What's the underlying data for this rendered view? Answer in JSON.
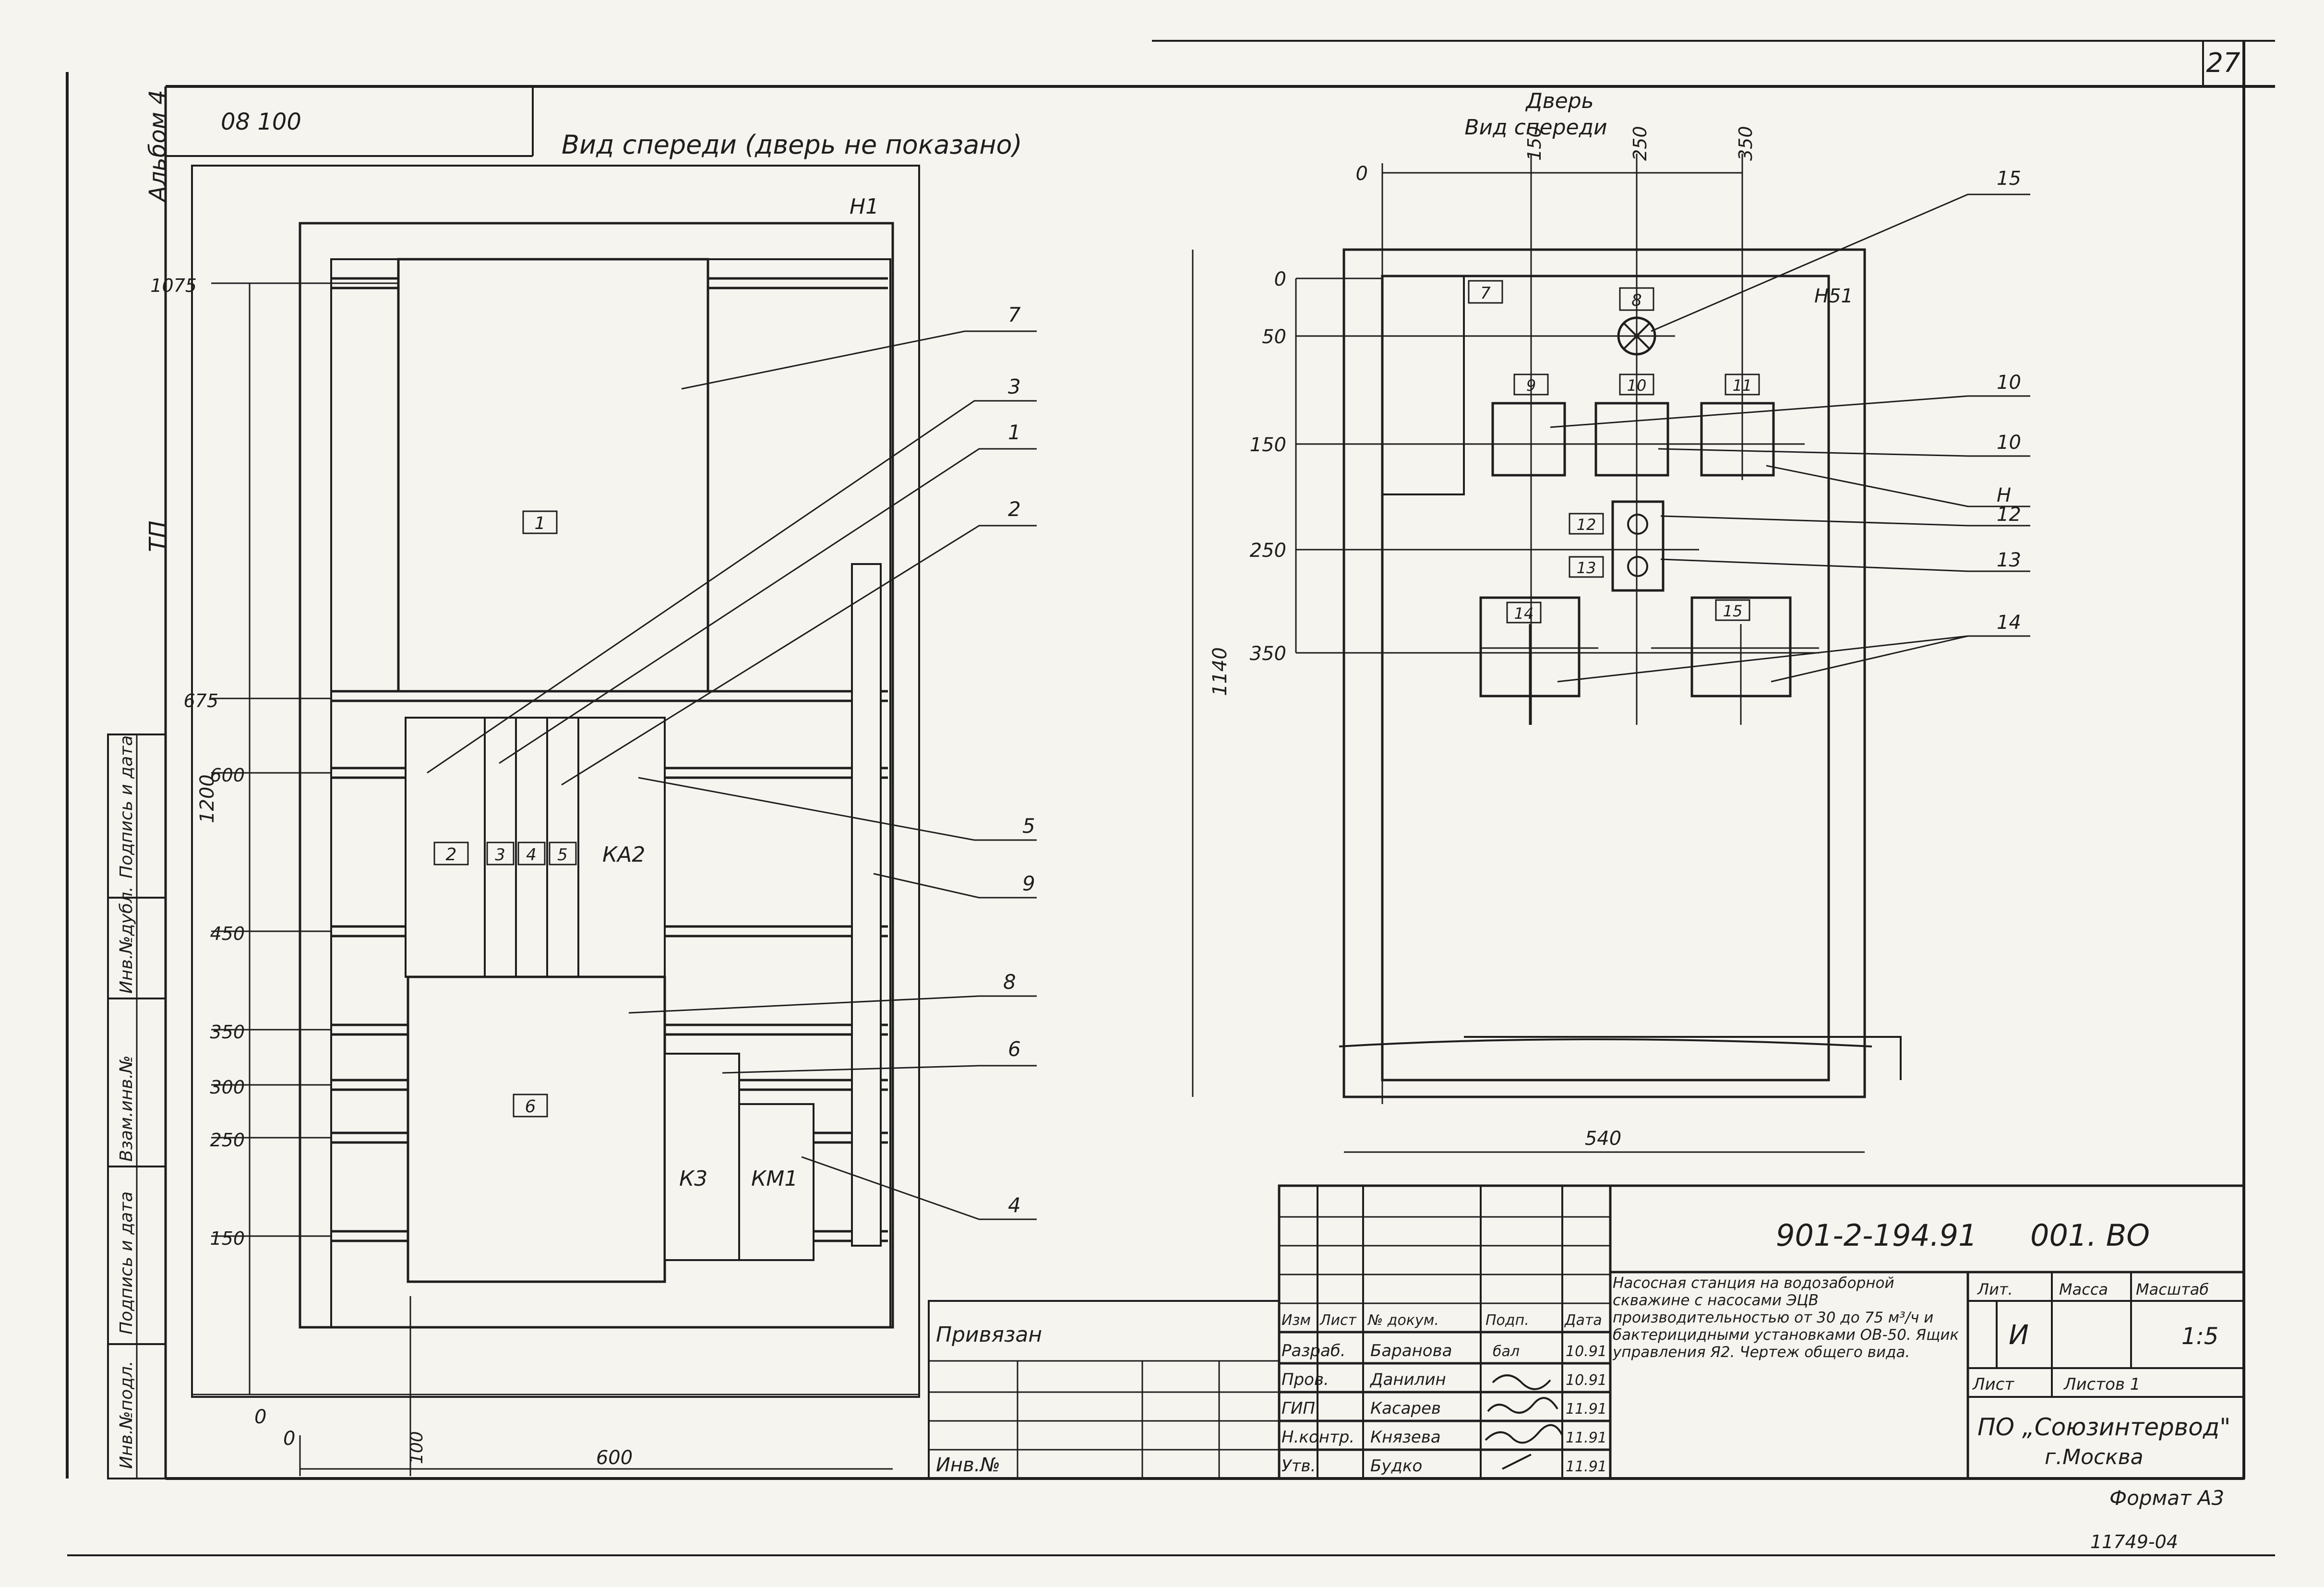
{
  "sheet": {
    "page_number": "27",
    "album_label": "Альбом 4",
    "tp_label": "ТП",
    "corner_code": "08 100",
    "format": "Формат А3",
    "stamp_corner": "11749-04"
  },
  "left_view": {
    "title": "Вид спереди (дверь не показано)",
    "frame_mark": "Н1",
    "height_dim": "1200",
    "width_dim": "600",
    "offset_dim": "100",
    "zero_x": "0",
    "zero_y": "0",
    "level_marks": [
      "1075",
      "675",
      "600",
      "450",
      "350",
      "300",
      "250",
      "150"
    ],
    "unit_boxes": [
      "1",
      "2",
      "3",
      "4",
      "5",
      "6"
    ],
    "device_labels": [
      "КА2",
      "К3",
      "КМ1"
    ],
    "callouts": [
      "7",
      "3",
      "1",
      "2",
      "5",
      "9",
      "8",
      "6",
      "4"
    ]
  },
  "right_view": {
    "title": "Дверь",
    "subtitle": "Вид спереди",
    "frame_mark": "Н51",
    "top_marks": [
      "0",
      "150",
      "250",
      "350"
    ],
    "side_marks": [
      "0",
      "50",
      "150",
      "250",
      "350"
    ],
    "height_dim": "1140",
    "width_dim": "540",
    "boxes": [
      "7",
      "8",
      "9",
      "10",
      "11",
      "12",
      "13",
      "14",
      "15"
    ],
    "callouts": [
      "15",
      "10",
      "10",
      "Н",
      "12",
      "13",
      "14"
    ]
  },
  "side_stamp": {
    "cells": [
      "Подпись и дата",
      "Инв.№дубл.",
      "Взам.инв.№",
      "Подпись и дата",
      "Инв.№подл."
    ]
  },
  "title_block": {
    "doc_number": "901-2-194.91",
    "doc_code": "001. ВО",
    "description": "Насосная станция на водозаборной скважине с насосами ЭЦВ производительностью от 30 до 75 м³/ч и бактерицидными установками ОВ-50. Ящик управления Я2. Чертеж общего вида.",
    "privyazan": "Привязан",
    "inv_no": "Инв.№",
    "headers": [
      "Изм",
      "Лист",
      "№ докум.",
      "Подп.",
      "Дата"
    ],
    "people": [
      {
        "role": "Разраб.",
        "name": "Баранова",
        "sign": "бал",
        "date": "10.91"
      },
      {
        "role": "Пров.",
        "name": "Данилин",
        "sign": "",
        "date": "10.91"
      },
      {
        "role": "ГИП",
        "name": "Касарев",
        "sign": "",
        "date": "11.91"
      },
      {
        "role": "Н.контр.",
        "name": "Князева",
        "sign": "",
        "date": "11.91"
      },
      {
        "role": "Утв.",
        "name": "Будко",
        "sign": "",
        "date": "11.91"
      }
    ],
    "lit_header": "Лит.",
    "mass_header": "Масса",
    "scale_header": "Масштаб",
    "lit_value": "И",
    "scale_value": "1:5",
    "sheet_label": "Лист",
    "sheets_label": "Листов 1",
    "org": "ПО „Союзинтервод\"",
    "city": "г.Москва"
  }
}
